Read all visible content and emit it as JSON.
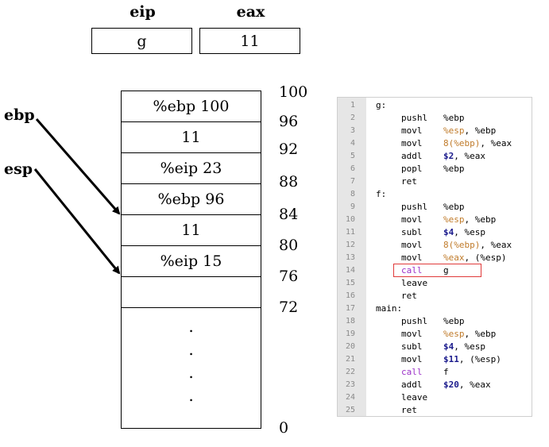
{
  "registers": {
    "eip": {
      "label": "eip",
      "value": "g"
    },
    "eax": {
      "label": "eax",
      "value": "11"
    }
  },
  "stack": {
    "cells": [
      "%ebp 100",
      "11",
      "%eip 23",
      "%ebp 96",
      "11",
      "%eip 15",
      ""
    ],
    "ellipsis_dots": [
      ".",
      ".",
      ".",
      "."
    ],
    "addresses": [
      "100",
      "96",
      "92",
      "88",
      "84",
      "80",
      "76",
      "72",
      "0"
    ]
  },
  "pointers": {
    "ebp": {
      "label": "ebp",
      "points_to_address": "84"
    },
    "esp": {
      "label": "esp",
      "points_to_address": "76"
    }
  },
  "code": {
    "highlighted_line": 14,
    "lines": [
      {
        "n": "1",
        "label": "g:"
      },
      {
        "n": "2",
        "op": "pushl",
        "args": [
          [
            "reg",
            "%ebp"
          ]
        ]
      },
      {
        "n": "3",
        "op": "movl",
        "args": [
          [
            "num",
            "%esp"
          ],
          [
            "reg",
            ", %ebp"
          ]
        ]
      },
      {
        "n": "4",
        "op": "movl",
        "args": [
          [
            "num",
            "8"
          ],
          [
            "num",
            "(%ebp)"
          ],
          [
            "reg",
            ", %eax"
          ]
        ]
      },
      {
        "n": "5",
        "op": "addl",
        "args": [
          [
            "dollar",
            "$2"
          ],
          [
            "reg",
            ", %eax"
          ]
        ]
      },
      {
        "n": "6",
        "op": "popl",
        "args": [
          [
            "reg",
            "%ebp"
          ]
        ]
      },
      {
        "n": "7",
        "op": "ret",
        "args": []
      },
      {
        "n": "8",
        "label": "f:"
      },
      {
        "n": "9",
        "op": "pushl",
        "args": [
          [
            "reg",
            "%ebp"
          ]
        ]
      },
      {
        "n": "10",
        "op": "movl",
        "args": [
          [
            "num",
            "%esp"
          ],
          [
            "reg",
            ", %ebp"
          ]
        ]
      },
      {
        "n": "11",
        "op": "subl",
        "args": [
          [
            "dollar",
            "$4"
          ],
          [
            "reg",
            ", %esp"
          ]
        ]
      },
      {
        "n": "12",
        "op": "movl",
        "args": [
          [
            "num",
            "8"
          ],
          [
            "num",
            "(%ebp)"
          ],
          [
            "reg",
            ", %eax"
          ]
        ]
      },
      {
        "n": "13",
        "op": "movl",
        "args": [
          [
            "num",
            "%eax"
          ],
          [
            "reg",
            ", (%esp)"
          ]
        ]
      },
      {
        "n": "14",
        "op": "call",
        "call": true,
        "args": [
          [
            "reg",
            "g"
          ]
        ]
      },
      {
        "n": "15",
        "op": "leave",
        "args": []
      },
      {
        "n": "16",
        "op": "ret",
        "args": []
      },
      {
        "n": "17",
        "label": "main:"
      },
      {
        "n": "18",
        "op": "pushl",
        "args": [
          [
            "reg",
            "%ebp"
          ]
        ]
      },
      {
        "n": "19",
        "op": "movl",
        "args": [
          [
            "num",
            "%esp"
          ],
          [
            "reg",
            ", %ebp"
          ]
        ]
      },
      {
        "n": "20",
        "op": "subl",
        "args": [
          [
            "dollar",
            "$4"
          ],
          [
            "reg",
            ", %esp"
          ]
        ]
      },
      {
        "n": "21",
        "op": "movl",
        "args": [
          [
            "dollar",
            "$11"
          ],
          [
            "reg",
            ", (%esp)"
          ]
        ]
      },
      {
        "n": "22",
        "op": "call",
        "call": true,
        "args": [
          [
            "reg",
            "f"
          ]
        ]
      },
      {
        "n": "23",
        "op": "addl",
        "args": [
          [
            "dollar",
            "$20"
          ],
          [
            "reg",
            ", %eax"
          ]
        ]
      },
      {
        "n": "24",
        "op": "leave",
        "args": []
      },
      {
        "n": "25",
        "op": "ret",
        "args": []
      }
    ]
  },
  "colors": {
    "immediate": "#1a1a8c",
    "register_operand": "#c07b2a",
    "call": "#9b30c8",
    "highlight_border": "#e03a3a",
    "gutter": "#e6e6e6"
  }
}
